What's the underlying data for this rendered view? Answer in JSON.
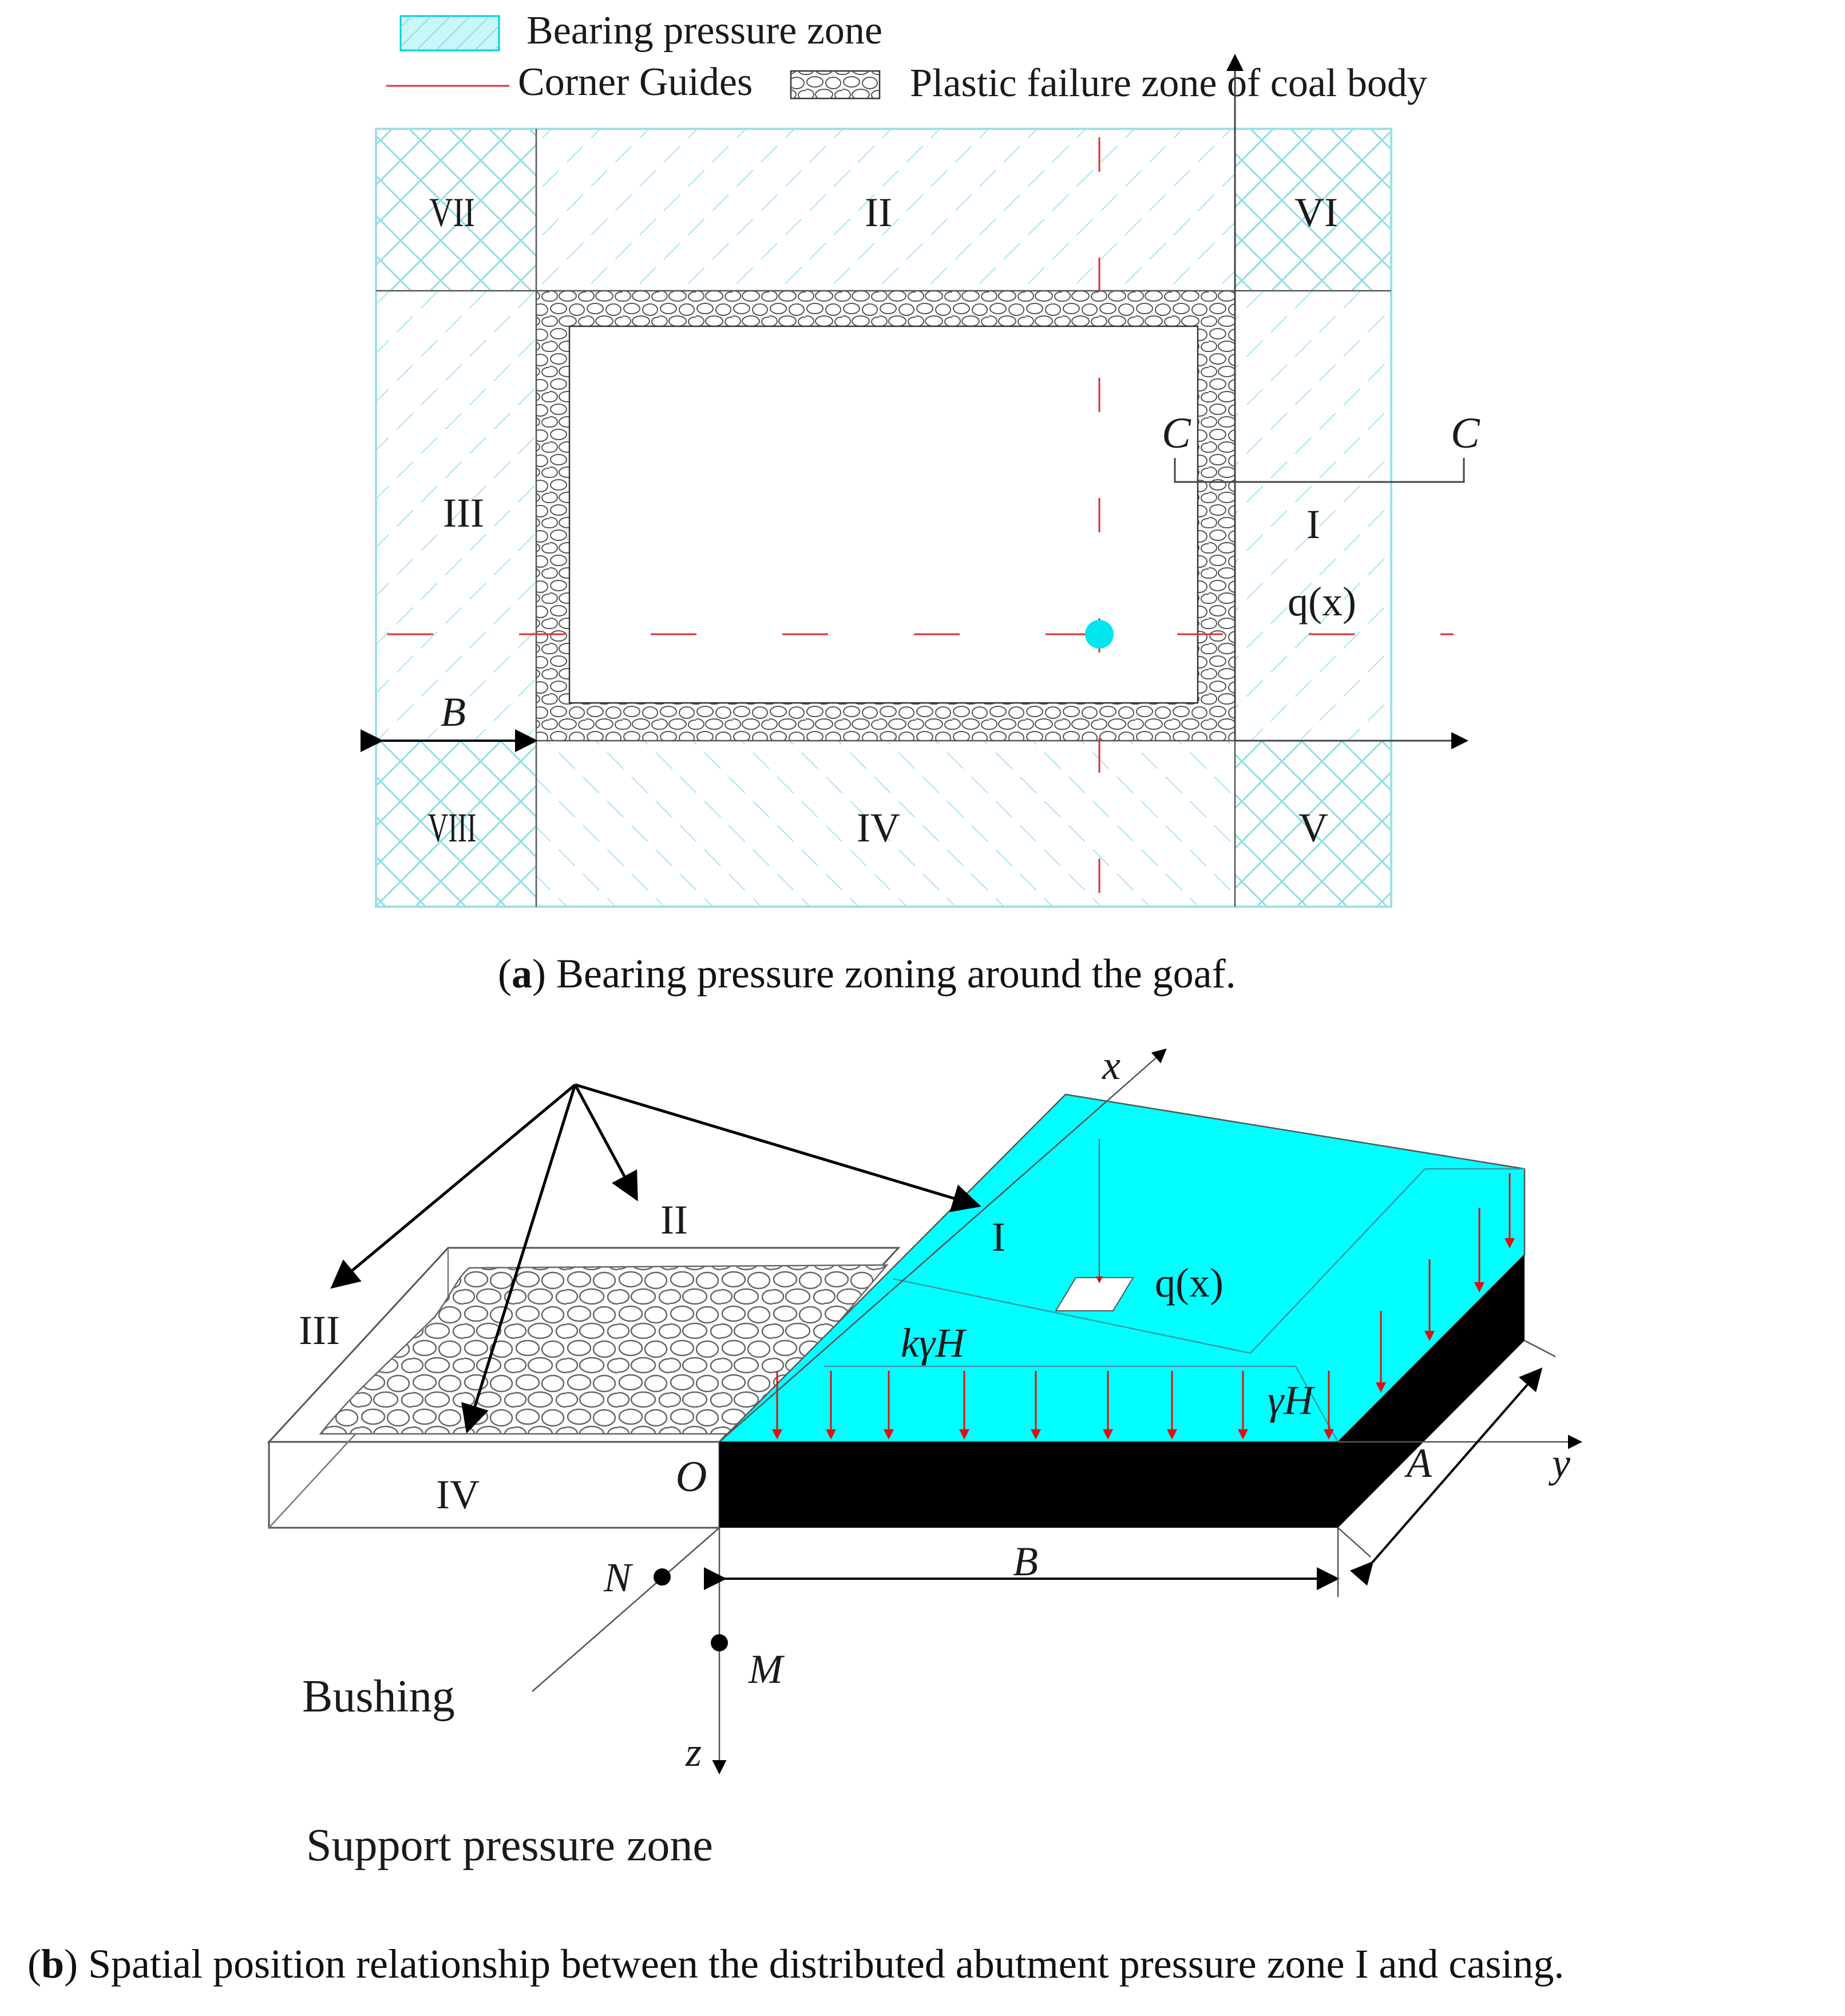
{
  "legend": {
    "bearing_zone": "Bearing pressure zone",
    "corner_guides": "Corner Guides",
    "plastic_zone": "Plastic failure zone of coal body"
  },
  "panel_a": {
    "zone_I": "I",
    "zone_II": "II",
    "zone_III": "III",
    "zone_IV": "IV",
    "zone_V": "V",
    "zone_VI": "VI",
    "zone_VII": "VII",
    "zone_VIII": "VIII",
    "section_left": "C",
    "section_right": "C",
    "load": "q(x)",
    "width": "B",
    "caption_letter": "a",
    "caption_text": "Bearing pressure zoning around the goaf."
  },
  "panel_b": {
    "zone_I": "I",
    "zone_II": "II",
    "zone_III": "III",
    "zone_IV": "IV",
    "load": "q(x)",
    "load_side": "kγH",
    "load_far": "γH",
    "axis_x": "x",
    "axis_y": "y",
    "axis_z": "z",
    "origin": "O",
    "width_B": "B",
    "width_A": "A",
    "point_N": "N",
    "point_M": "M",
    "bushing": "Bushing",
    "support_zone": "Support pressure zone",
    "caption_letter": "b",
    "caption_text": "Spatial position relationship between the distributed abutment pressure zone I and casing."
  },
  "colors": {
    "zone_fill": "#00ffff",
    "zone_border": "#9fe8ec",
    "hatch": "#7fdde2",
    "guide": "#e03030",
    "block": "#000000"
  }
}
